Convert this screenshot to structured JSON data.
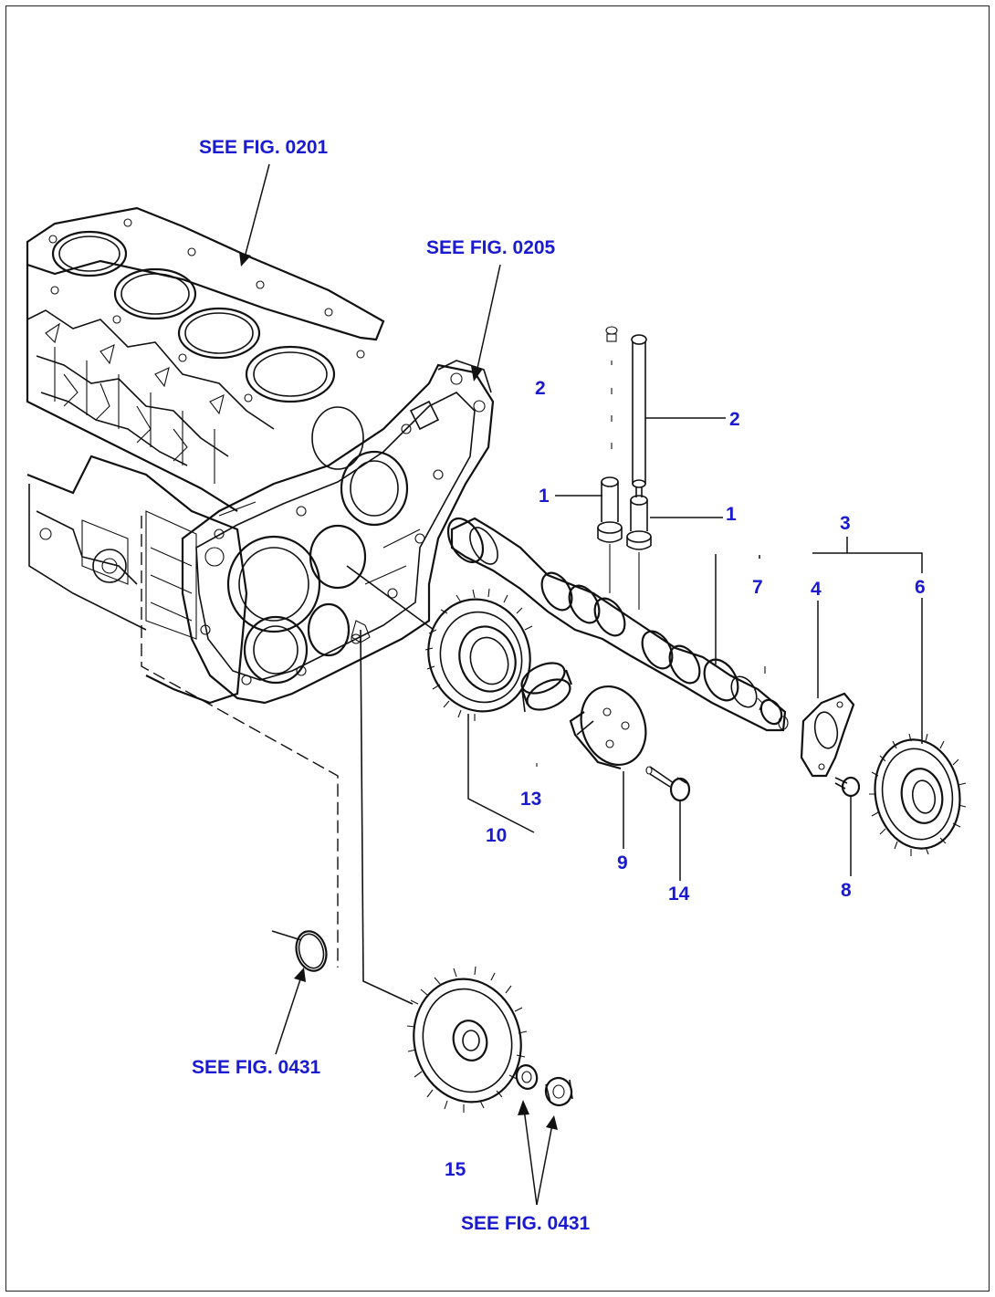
{
  "references": {
    "block": "SEE FIG. 0201",
    "front_cover": "SEE FIG. 0205",
    "oring": "SEE FIG. 0431",
    "nuts": "SEE FIG. 0431"
  },
  "parts": {
    "p1a": "1",
    "p1b": "1",
    "p2a": "2",
    "p2b": "2",
    "p3": "3",
    "p4": "4",
    "p6": "6",
    "p7": "7",
    "p8": "8",
    "p9": "9",
    "p10": "10",
    "p13": "13",
    "p14": "14",
    "p15": "15"
  },
  "colors": {
    "label": "#1a1ad0",
    "line": "#111111"
  }
}
